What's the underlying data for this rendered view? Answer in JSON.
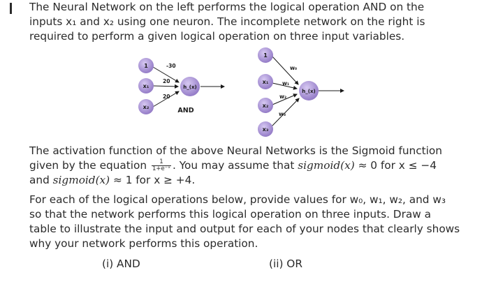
{
  "intro": {
    "line1": "The Neural Network on the left performs the logical operation AND on the",
    "line2": "inputs x₁ and x₂ using one neuron.  The incomplete network on the right is",
    "line3": "required to perform a given logical operation on three input variables."
  },
  "left_network": {
    "inputs": [
      "1",
      "x₁",
      "x₂"
    ],
    "weights": [
      "-30",
      "20",
      "20"
    ],
    "neuron": "h_(x)",
    "caption": "AND"
  },
  "right_network": {
    "inputs": [
      "1",
      "x₁",
      "x₂",
      "x₃"
    ],
    "weights": [
      "w₀",
      "w₁",
      "w₂",
      "w₃"
    ],
    "neuron": "h_(x)"
  },
  "activation": {
    "line1": "The activation function of the above Neural Networks is the Sigmoid function",
    "line2_pre": "given by the equation",
    "frac_num": "1",
    "frac_den": "1+e⁻ˣ",
    "line2_post": ".  You may assume that",
    "sig1": "sigmoid(x)",
    "cond1": " ≈ 0 for x ≤ −4",
    "line3_pre": "and ",
    "sig2": "sigmoid(x)",
    "cond2": " ≈ 1 for x ≥ +4."
  },
  "task": {
    "line1": "For each of the logical operations below, provide values for w₀, w₁, w₂, and w₃",
    "line2": "so that the network performs this logical operation on three inputs.  Draw a",
    "line3": "table to illustrate the input and output for each of your nodes that clearly shows",
    "line4": "why your network performs this operation."
  },
  "parts": {
    "part1": "(i) AND",
    "part2": "(ii) OR"
  }
}
